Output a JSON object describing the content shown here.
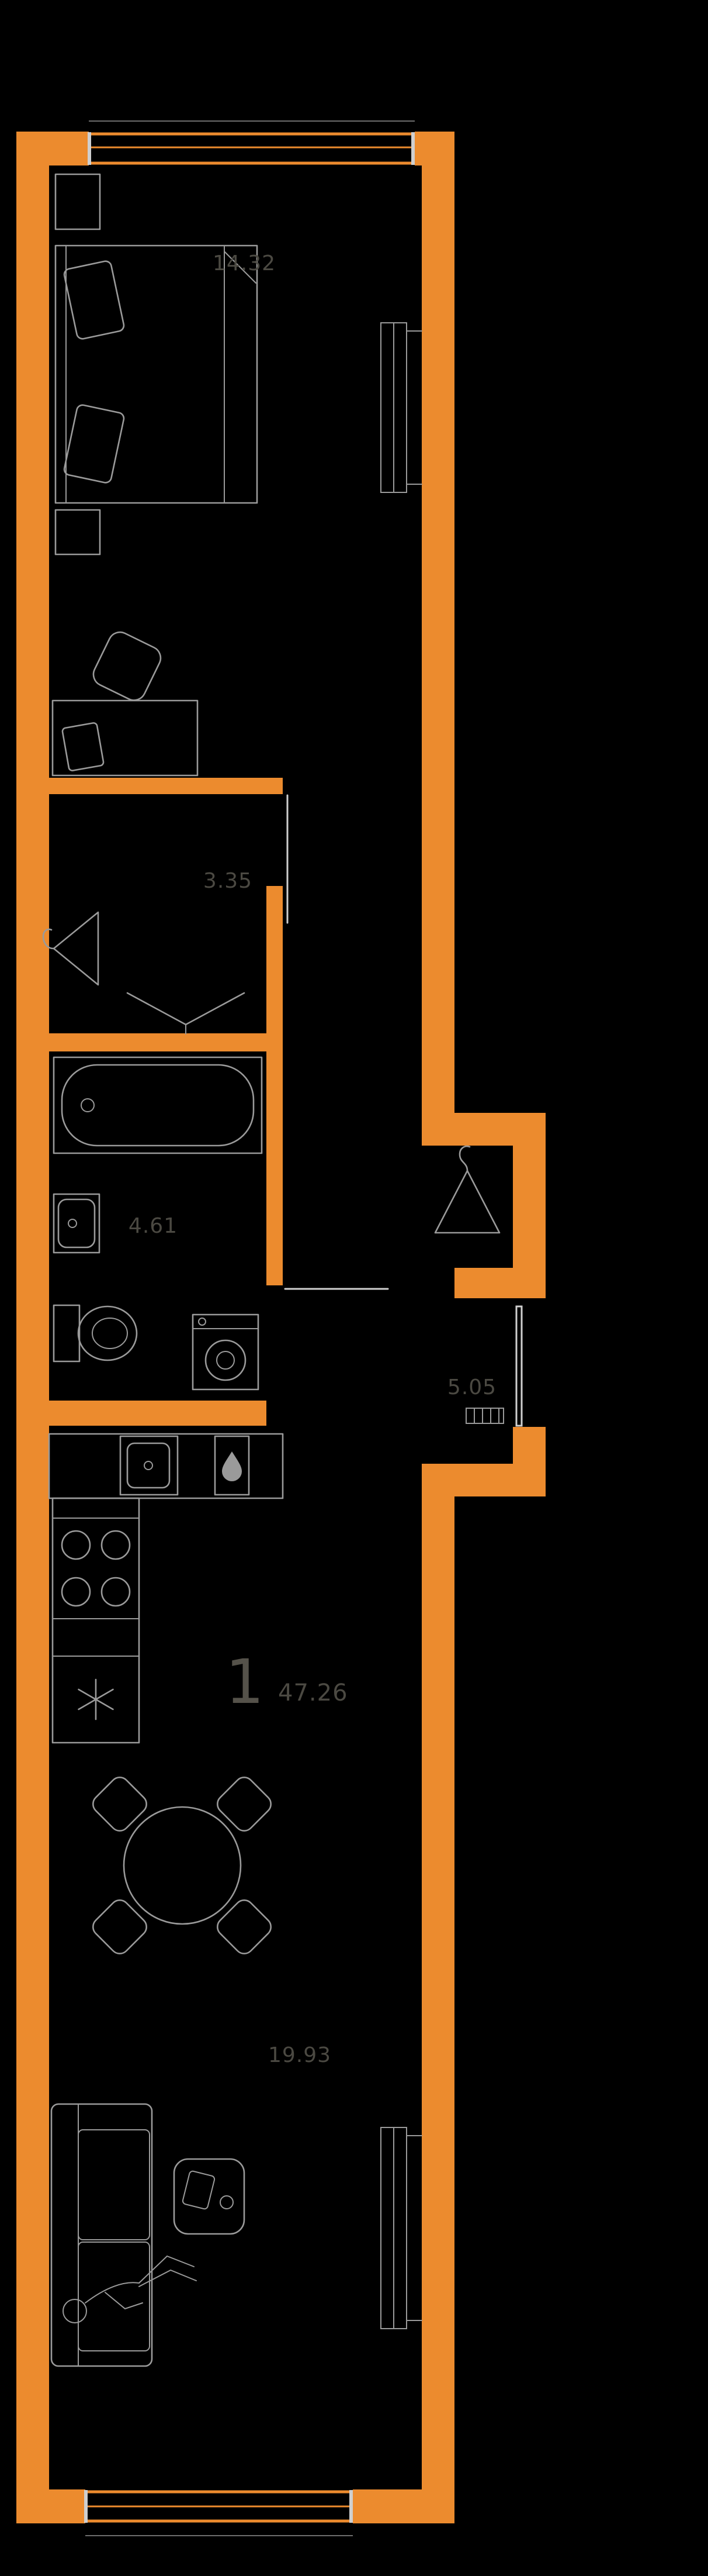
{
  "plan": {
    "apartment_number": "1",
    "total_area": "47.26",
    "rooms": {
      "bedroom": {
        "area": "14.32"
      },
      "hallway": {
        "area": "3.35"
      },
      "bathroom": {
        "area": "4.61"
      },
      "entry_hall": {
        "area": "5.05"
      },
      "living_kitchen": {
        "area": "19.93"
      }
    },
    "colors": {
      "background": "#000000",
      "wall": "#EC8B2E",
      "furniture": "#9A9A9A",
      "label": "#4B4942",
      "label_big": "#55524A",
      "trim": "#CFCFCF",
      "sill": "#6E6E6E"
    }
  }
}
